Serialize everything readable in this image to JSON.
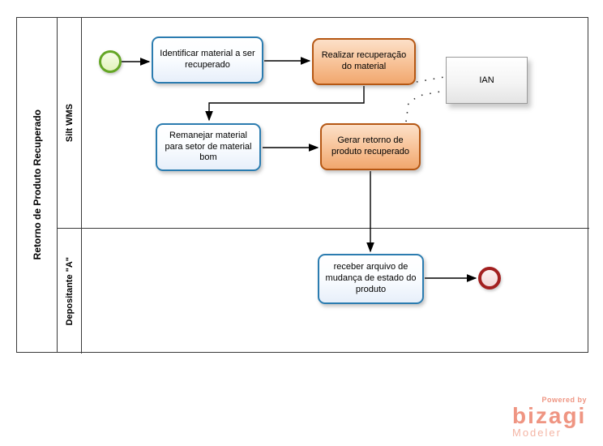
{
  "pool": {
    "title": "Retorno de Produto Recuperado",
    "lanes": [
      {
        "label": "Silt WMS"
      },
      {
        "label": "Depositante \"A\""
      }
    ]
  },
  "tasks": {
    "identificar": "Identificar material a ser recuperado",
    "realizar": "Realizar recuperação do material",
    "remanejar": "Remanejar material para setor de material bom",
    "gerar": "Gerar retorno de produto recuperado",
    "receber": "receber arquivo de mudança de estado do produto"
  },
  "artifacts": {
    "ian": "IAN"
  },
  "events": {
    "start": "start-event",
    "end": "end-event"
  },
  "branding": {
    "powered_by": "Powered by",
    "name": "bizagi",
    "product": "Modeler"
  },
  "colors": {
    "task_blue_border": "#2B7CB0",
    "task_orange_border": "#B55713",
    "start_event_green": "#64A625",
    "end_event_red": "#A21F1F",
    "artifact_gray_border": "#9A9A9A",
    "bizagi_logo": "#EF9582",
    "pool_border": "#3A3A3A"
  }
}
